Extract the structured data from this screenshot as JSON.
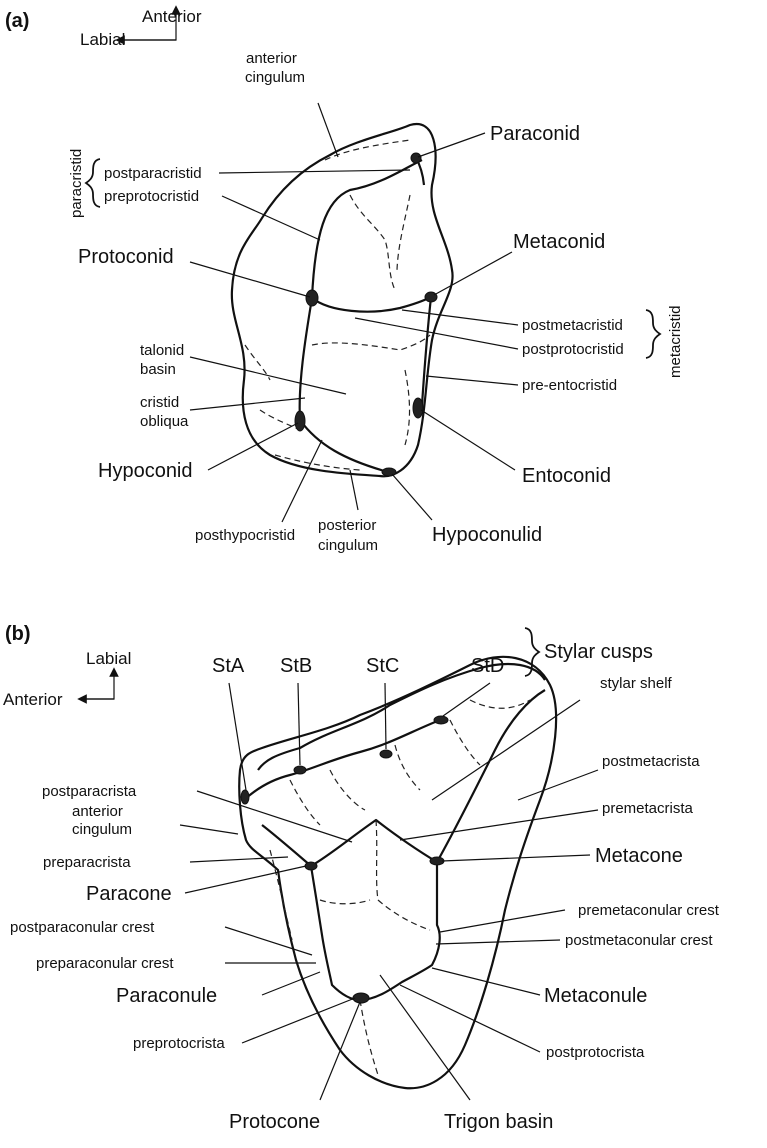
{
  "panel_a": {
    "panel_label": "(a)",
    "orientation": {
      "up": "Anterior",
      "left": "Labial"
    },
    "labels": {
      "anterior_cingulum": [
        "anterior",
        "cingulum"
      ],
      "paraconid": "Paraconid",
      "paracristid_group": "paracristid",
      "postparacristid": "postparacristid",
      "preprotocristid": "preprotocristid",
      "metaconid": "Metaconid",
      "protoconid": "Protoconid",
      "postmetacristid": "postmetacristid",
      "postprotocristid": "postprotocristid",
      "metacristid_group": "metacristid",
      "talonid_basin": [
        "talonid",
        "basin"
      ],
      "cristid_obliqua": [
        "cristid",
        "obliqua"
      ],
      "pre_entocristid": "pre-entocristid",
      "hypoconid": "Hypoconid",
      "entoconid": "Entoconid",
      "posthypocristid": "posthypocristid",
      "posterior_cingulum": [
        "posterior",
        "cingulum"
      ],
      "hypoconulid": "Hypoconulid"
    }
  },
  "panel_b": {
    "panel_label": "(b)",
    "orientation": {
      "up": "Labial",
      "left": "Anterior"
    },
    "labels": {
      "sta": "StA",
      "stb": "StB",
      "stc": "StC",
      "std": "StD",
      "stylar_cusps": "Stylar cusps",
      "stylar_shelf": "stylar shelf",
      "postmetacrista": "postmetacrista",
      "postparacrista": "postparacrista",
      "anterior_cingulum": [
        "anterior",
        "cingulum"
      ],
      "premetacrista": "premetacrista",
      "preparacrista": "preparacrista",
      "metacone": "Metacone",
      "paracone": "Paracone",
      "premetaconular_crest": "premetaconular crest",
      "postparaconular_crest": "postparaconular crest",
      "postmetaconular_crest": "postmetaconular crest",
      "preparaconular_crest": "preparaconular crest",
      "paraconule": "Paraconule",
      "metaconule": "Metaconule",
      "preprotocrista": "preprotocrista",
      "postprotocrista": "postprotocrista",
      "protocone": "Protocone",
      "trigon_basin": "Trigon basin"
    }
  }
}
